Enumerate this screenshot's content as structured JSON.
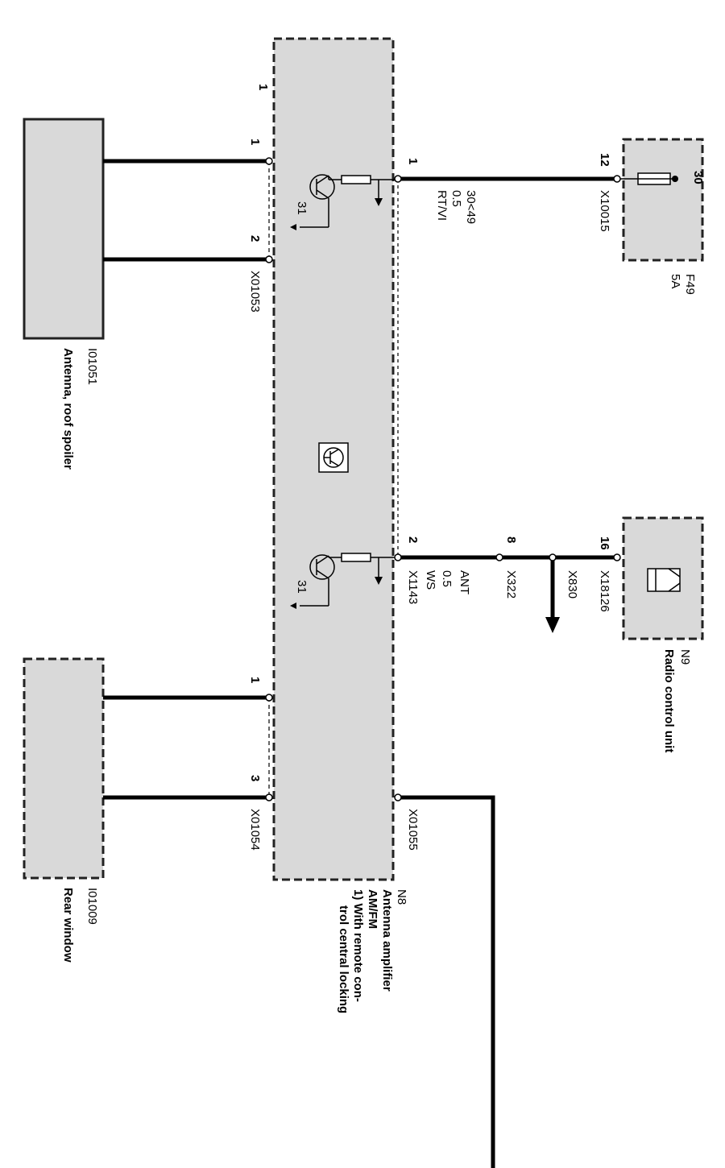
{
  "colors": {
    "component_fill": "#d9d9d9",
    "line": "#000000",
    "background": "#ffffff"
  },
  "antenna_roof": {
    "id": "I01051",
    "name": "Antenna, roof spoiler"
  },
  "rear_window": {
    "id": "I01009",
    "name": "Rear window"
  },
  "amplifier": {
    "id": "N8",
    "name_line1": "Antenna amplifier",
    "name_line2": "AM/FM",
    "note_line1": "1) With remote con-",
    "note_line2": "trol central locking",
    "marker": "1",
    "connector_roof": "X01053",
    "connector_rear": "X01054",
    "connector_ground": "X01055",
    "pin_roof_1": "1",
    "pin_roof_2": "2",
    "pin_rear_1": "1",
    "pin_rear_3": "3",
    "pin_out_1": "1",
    "pin_out_2": "2",
    "ground_label_1": "31",
    "ground_label_2": "31"
  },
  "fuse": {
    "id": "F49",
    "rating": "5A",
    "terminal": "30",
    "pin": "12",
    "connector": "X10015"
  },
  "wire_supply": {
    "signal": "30<49",
    "size": "0.5",
    "color": "RT/VI"
  },
  "wire_antenna": {
    "signal": "ANT",
    "size": "0.5",
    "color": "WS",
    "connector": "X1143"
  },
  "radio": {
    "id": "N9",
    "name": "Radio control unit",
    "pin": "16",
    "connector": "X18126"
  },
  "inline_connector": {
    "pin": "8",
    "connector": "X322"
  },
  "branch": {
    "connector": "X830"
  }
}
